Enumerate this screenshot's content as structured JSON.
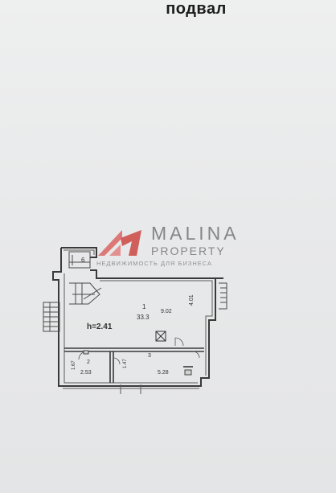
{
  "page": {
    "title": "подвал"
  },
  "watermark": {
    "line1": "MALINA",
    "line2": "PROPERTY",
    "tagline": "НЕДВИЖИМОСТЬ ДЛЯ БИЗНЕСА",
    "brand_color": "#d9534f"
  },
  "floorplan": {
    "height_label": "h=2.41",
    "rooms": [
      {
        "number": "1",
        "area": "33.3",
        "dim_width": "9.02",
        "dim_depth": "4.01"
      },
      {
        "number": "2",
        "area": "2.53",
        "dim": "1.67"
      },
      {
        "number": "3",
        "area": "5.28",
        "dim": "1.47"
      },
      {
        "number": "6"
      }
    ]
  }
}
